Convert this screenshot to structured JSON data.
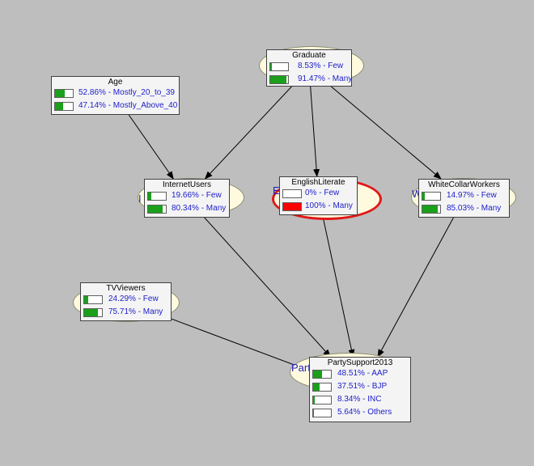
{
  "colors": {
    "background": "#bebebe",
    "halo": "#fffadd",
    "bar_fill": "#1aa01a",
    "evidence_fill": "#ff0000",
    "selection": "#e01818",
    "text": "#1c1ccc"
  },
  "edges": [
    [
      "age",
      "internet"
    ],
    [
      "graduate",
      "internet"
    ],
    [
      "graduate",
      "english"
    ],
    [
      "graduate",
      "whitecollar"
    ],
    [
      "internet",
      "party"
    ],
    [
      "english",
      "party"
    ],
    [
      "whitecollar",
      "party"
    ],
    [
      "tv",
      "party"
    ]
  ],
  "nodes": {
    "graduate": {
      "title": "Graduate",
      "states": [
        {
          "text": "8.53%  -  Few",
          "value": 0.0853
        },
        {
          "text": "91.47%  -  Many",
          "value": 0.9147
        }
      ]
    },
    "age": {
      "title": "Age",
      "states": [
        {
          "text": "52.86%  -  Mostly_20_to_39",
          "value": 0.5286
        },
        {
          "text": "47.14%  -  Mostly_Above_40",
          "value": 0.4714
        }
      ]
    },
    "internet": {
      "title": "InternetUsers",
      "states": [
        {
          "text": "19.66%  -  Few",
          "value": 0.1966
        },
        {
          "text": "80.34%  -  Many",
          "value": 0.8034
        }
      ]
    },
    "english": {
      "title": "EnglishLiterate",
      "states": [
        {
          "text": "0%  -  Few",
          "value": 0
        },
        {
          "text": "100%  -  Many",
          "value": 1,
          "evidence": true
        }
      ]
    },
    "whitecollar": {
      "title": "WhiteCollarWorkers",
      "states": [
        {
          "text": "14.97%  -  Few",
          "value": 0.1497
        },
        {
          "text": "85.03%  -  Many",
          "value": 0.8503
        }
      ]
    },
    "tv": {
      "title": "TVViewers",
      "states": [
        {
          "text": "24.29%  -  Few",
          "value": 0.2429
        },
        {
          "text": "75.71%  -  Many",
          "value": 0.7571
        }
      ]
    },
    "party": {
      "title": "PartySupport2013",
      "states": [
        {
          "text": "48.51%  -  AAP",
          "value": 0.4851
        },
        {
          "text": "37.51%  -  BJP",
          "value": 0.3751
        },
        {
          "text": "8.34%  -  INC",
          "value": 0.0834
        },
        {
          "text": "5.64%  -  Others",
          "value": 0.0564
        }
      ]
    }
  }
}
